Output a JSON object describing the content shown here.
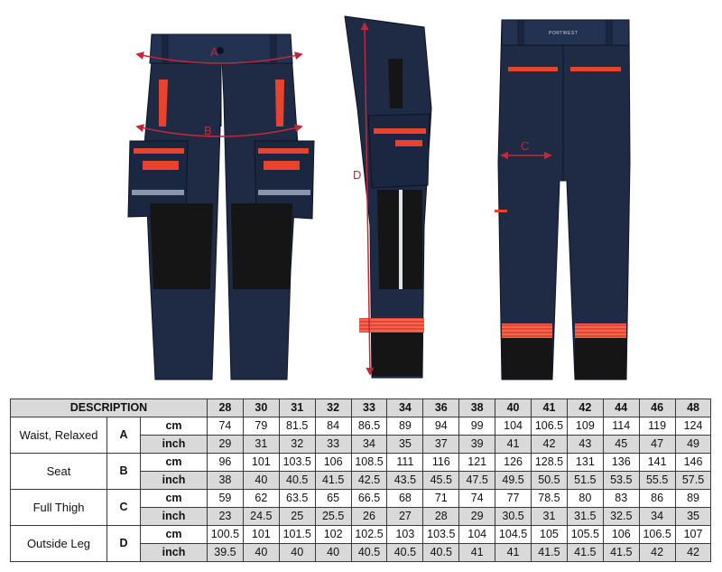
{
  "labels": {
    "a": "A",
    "b": "B",
    "c": "C",
    "d": "D",
    "brand": "PORTWEST"
  },
  "table": {
    "header": "DESCRIPTION",
    "sizes": [
      "28",
      "30",
      "31",
      "32",
      "33",
      "34",
      "36",
      "38",
      "40",
      "41",
      "42",
      "44",
      "46",
      "48"
    ],
    "rows": [
      {
        "name": "Waist, Relaxed",
        "letter": "A",
        "cm": [
          "74",
          "79",
          "81.5",
          "84",
          "86.5",
          "89",
          "94",
          "99",
          "104",
          "106.5",
          "109",
          "114",
          "119",
          "124"
        ],
        "inch": [
          "29",
          "31",
          "32",
          "33",
          "34",
          "35",
          "37",
          "39",
          "41",
          "42",
          "43",
          "45",
          "47",
          "49"
        ]
      },
      {
        "name": "Seat",
        "letter": "B",
        "cm": [
          "96",
          "101",
          "103.5",
          "106",
          "108.5",
          "111",
          "116",
          "121",
          "126",
          "128.5",
          "131",
          "136",
          "141",
          "146"
        ],
        "inch": [
          "38",
          "40",
          "40.5",
          "41.5",
          "42.5",
          "43.5",
          "45.5",
          "47.5",
          "49.5",
          "50.5",
          "51.5",
          "53.5",
          "55.5",
          "57.5"
        ]
      },
      {
        "name": "Full Thigh",
        "letter": "C",
        "cm": [
          "59",
          "62",
          "63.5",
          "65",
          "66.5",
          "68",
          "71",
          "74",
          "77",
          "78.5",
          "80",
          "83",
          "86",
          "89"
        ],
        "inch": [
          "23",
          "24.5",
          "25",
          "25.5",
          "26",
          "27",
          "28",
          "29",
          "30.5",
          "31",
          "31.5",
          "32.5",
          "34",
          "35"
        ]
      },
      {
        "name": "Outside Leg",
        "letter": "D",
        "cm": [
          "100.5",
          "101",
          "101.5",
          "102",
          "102.5",
          "103",
          "103.5",
          "104",
          "104.5",
          "105",
          "105.5",
          "106",
          "106.5",
          "107"
        ],
        "inch": [
          "39.5",
          "40",
          "40",
          "40",
          "40.5",
          "40.5",
          "40.5",
          "41",
          "41",
          "41.5",
          "41.5",
          "41.5",
          "42",
          "42"
        ]
      }
    ],
    "unit_cm": "cm",
    "unit_inch": "inch"
  },
  "colors": {
    "navy": "#1f2b45",
    "black": "#151515",
    "accent_red": "#e8432e",
    "measure_red": "#c0283a",
    "header_gray": "#d9d9d9"
  }
}
